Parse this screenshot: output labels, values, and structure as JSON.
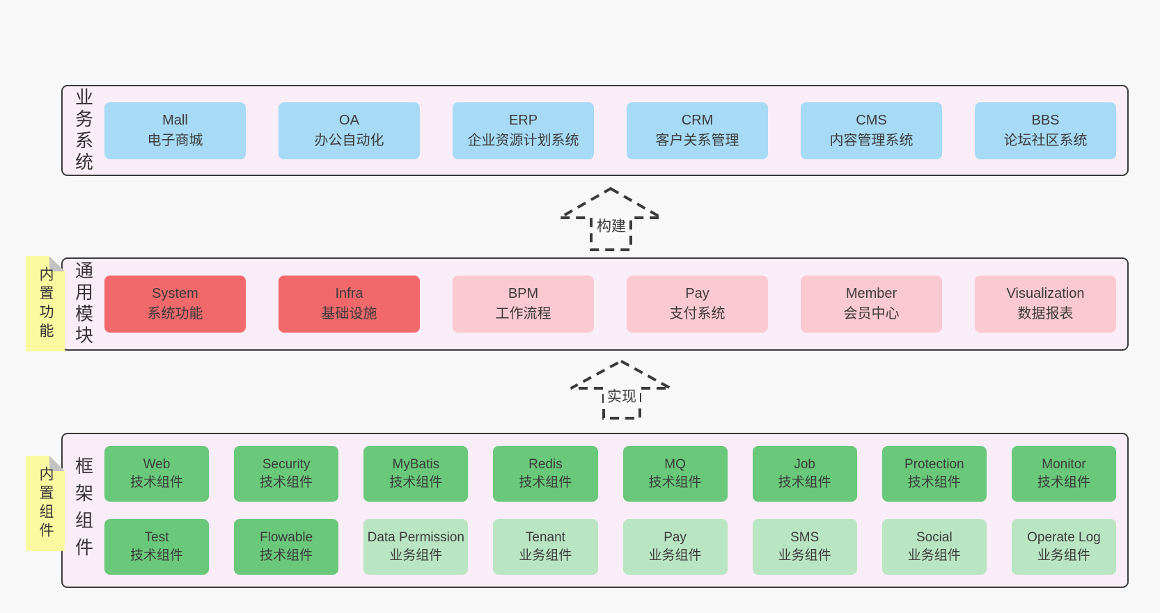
{
  "colors": {
    "page_bg": "#f8f8f8",
    "band_bg": "#f9edf7",
    "band_border": "#3a3a3a",
    "blue": "#a7daf4",
    "red": "#f2696c",
    "pink": "#fbc9d2",
    "green": "#69c87a",
    "green_light": "#b9e5c2",
    "sticky_yellow": "#fbf9a0",
    "sticky_fold": "#c3c3c3",
    "text": "#3b3b3b"
  },
  "arrows": [
    {
      "label": "构建"
    },
    {
      "label": "实现"
    }
  ],
  "bands": {
    "business": {
      "label": "业务系统",
      "boxes": [
        {
          "title": "Mall",
          "subtitle": "电子商城"
        },
        {
          "title": "OA",
          "subtitle": "办公自动化"
        },
        {
          "title": "ERP",
          "subtitle": "企业资源计划系统"
        },
        {
          "title": "CRM",
          "subtitle": "客户关系管理"
        },
        {
          "title": "CMS",
          "subtitle": "内容管理系统"
        },
        {
          "title": "BBS",
          "subtitle": "论坛社区系统"
        }
      ]
    },
    "modules": {
      "label": "通用模块",
      "sticky": "内置功能",
      "boxes": [
        {
          "title": "System",
          "subtitle": "系统功能",
          "variant": "red"
        },
        {
          "title": "Infra",
          "subtitle": "基础设施",
          "variant": "red"
        },
        {
          "title": "BPM",
          "subtitle": "工作流程",
          "variant": "pink"
        },
        {
          "title": "Pay",
          "subtitle": "支付系统",
          "variant": "pink"
        },
        {
          "title": "Member",
          "subtitle": "会员中心",
          "variant": "pink"
        },
        {
          "title": "Visualization",
          "subtitle": "数据报表",
          "variant": "pink"
        }
      ]
    },
    "components": {
      "label": "框架组件",
      "sticky": "内置组件",
      "row1": [
        {
          "title": "Web",
          "subtitle": "技术组件",
          "variant": "green"
        },
        {
          "title": "Security",
          "subtitle": "技术组件",
          "variant": "green"
        },
        {
          "title": "MyBatis",
          "subtitle": "技术组件",
          "variant": "green"
        },
        {
          "title": "Redis",
          "subtitle": "技术组件",
          "variant": "green"
        },
        {
          "title": "MQ",
          "subtitle": "技术组件",
          "variant": "green"
        },
        {
          "title": "Job",
          "subtitle": "技术组件",
          "variant": "green"
        },
        {
          "title": "Protection",
          "subtitle": "技术组件",
          "variant": "green"
        },
        {
          "title": "Monitor",
          "subtitle": "技术组件",
          "variant": "green"
        }
      ],
      "row2": [
        {
          "title": "Test",
          "subtitle": "技术组件",
          "variant": "green"
        },
        {
          "title": "Flowable",
          "subtitle": "技术组件",
          "variant": "green"
        },
        {
          "title": "Data Permission",
          "subtitle": "业务组件",
          "variant": "green-light"
        },
        {
          "title": "Tenant",
          "subtitle": "业务组件",
          "variant": "green-light"
        },
        {
          "title": "Pay",
          "subtitle": "业务组件",
          "variant": "green-light"
        },
        {
          "title": "SMS",
          "subtitle": "业务组件",
          "variant": "green-light"
        },
        {
          "title": "Social",
          "subtitle": "业务组件",
          "variant": "green-light"
        },
        {
          "title": "Operate Log",
          "subtitle": "业务组件",
          "variant": "green-light"
        }
      ]
    }
  }
}
